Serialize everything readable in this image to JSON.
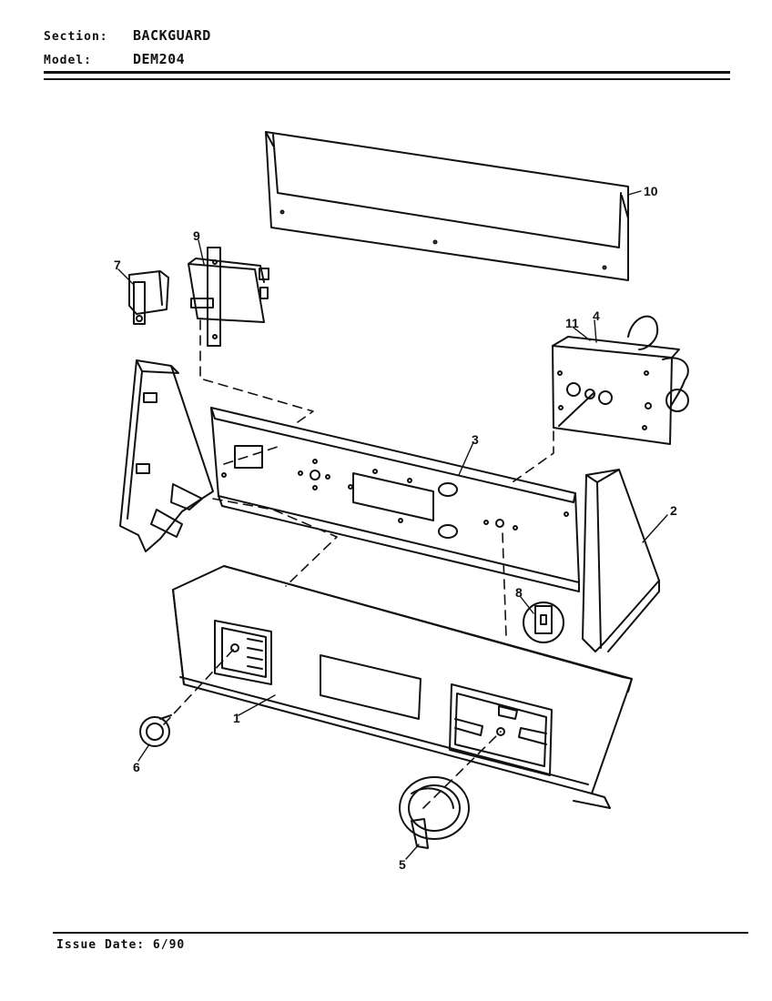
{
  "header": {
    "section_label": "Section:",
    "section_value": "BACKGUARD",
    "model_label": "Model:",
    "model_value": "DEM204"
  },
  "callouts": [
    "1",
    "2",
    "3",
    "4",
    "5",
    "6",
    "7",
    "8",
    "9",
    "10",
    "11"
  ],
  "footer": {
    "issue_date": "Issue Date: 6/90"
  }
}
